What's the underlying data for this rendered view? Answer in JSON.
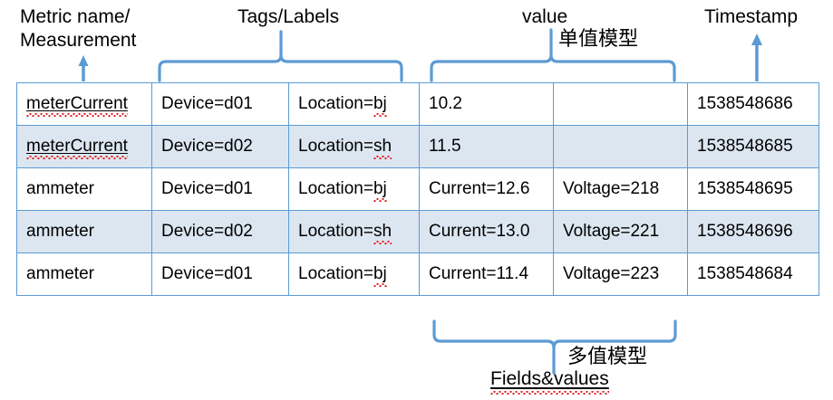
{
  "annotations": {
    "metric_label": "Metric name/\nMeasurement",
    "tags_label": "Tags/Labels",
    "value_label": "value",
    "single_value_model_cn": "单值模型",
    "timestamp_label": "Timestamp",
    "multi_value_model_cn": "多值模型",
    "fields_values_label": "Fields&values"
  },
  "colors": {
    "accent": "#5b9bd5",
    "row_alt_fill": "#dce6f1",
    "border": "#5b9bd5",
    "spellcheck": "#e01b1b",
    "text": "#000000"
  },
  "table": {
    "columns": [
      "metric",
      "tag1",
      "tag2",
      "field1",
      "field2",
      "timestamp"
    ],
    "rows": [
      {
        "alt": false,
        "metric": "meterCurrent",
        "metric_misspelled": true,
        "tag1": "Device=d01",
        "tag2_prefix": "Location=",
        "tag2_value": "bj",
        "tag2_misspelled": true,
        "field1": "10.2",
        "field2": "",
        "timestamp": "1538548686"
      },
      {
        "alt": true,
        "metric": "meterCurrent",
        "metric_misspelled": true,
        "tag1": "Device=d02",
        "tag2_prefix": "Location=",
        "tag2_value": "sh",
        "tag2_misspelled": true,
        "field1": "11.5",
        "field2": "",
        "timestamp": "1538548685"
      },
      {
        "alt": false,
        "metric": "ammeter",
        "metric_misspelled": false,
        "tag1": "Device=d01",
        "tag2_prefix": "Location=",
        "tag2_value": "bj",
        "tag2_misspelled": true,
        "field1": "Current=12.6",
        "field2": "Voltage=218",
        "timestamp": "1538548695"
      },
      {
        "alt": true,
        "metric": "ammeter",
        "metric_misspelled": false,
        "tag1": "Device=d02",
        "tag2_prefix": "Location=",
        "tag2_value": "sh",
        "tag2_misspelled": true,
        "field1": "Current=13.0",
        "field2": "Voltage=221",
        "timestamp": "1538548696"
      },
      {
        "alt": false,
        "metric": "ammeter",
        "metric_misspelled": false,
        "tag1": "Device=d01",
        "tag2_prefix": "Location=",
        "tag2_value": "bj",
        "tag2_misspelled": true,
        "field1": "Current=11.4",
        "field2": "Voltage=223",
        "timestamp": "1538548684"
      }
    ]
  }
}
